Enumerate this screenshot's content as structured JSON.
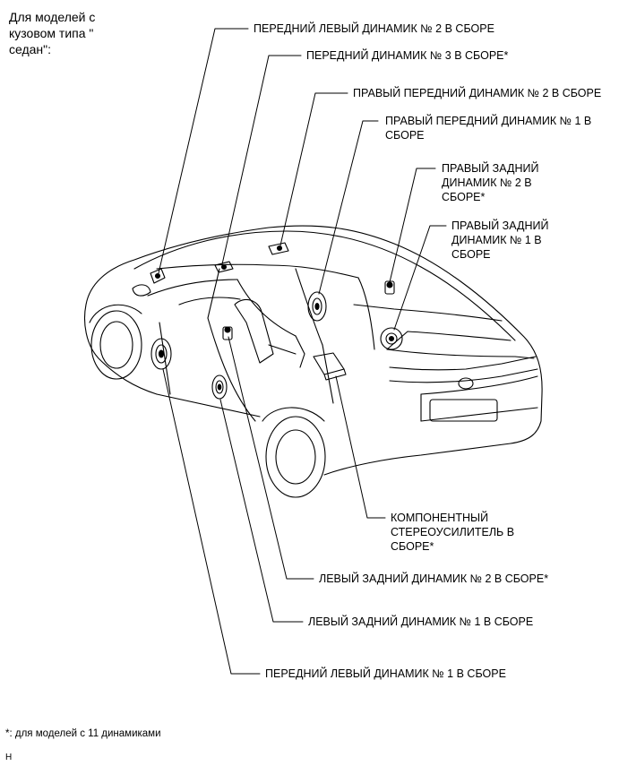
{
  "header": {
    "text": "Для моделей с кузовом типа \" седан\":"
  },
  "labels": {
    "front_left_2": "ПЕРЕДНИЙ ЛЕВЫЙ ДИНАМИК № 2 В СБОРЕ",
    "front_3": "ПЕРЕДНИЙ ДИНАМИК № 3 В СБОРЕ*",
    "right_front_2": "ПРАВЫЙ ПЕРЕДНИЙ ДИНАМИК № 2 В СБОРЕ",
    "right_front_1": "ПРАВЫЙ ПЕРЕДНИЙ ДИНАМИК № 1 В СБОРЕ",
    "right_rear_2": "ПРАВЫЙ ЗАДНИЙ ДИНАМИК № 2 В СБОРЕ*",
    "right_rear_1": "ПРАВЫЙ ЗАДНИЙ ДИНАМИК № 1 В СБОРЕ",
    "amplifier": "КОМПОНЕНТНЫЙ СТЕРЕОУСИЛИТЕЛЬ В СБОРЕ*",
    "left_rear_2": "ЛЕВЫЙ ЗАДНИЙ ДИНАМИК № 2 В СБОРЕ*",
    "left_rear_1": "ЛЕВЫЙ ЗАДНИЙ ДИНАМИК № 1 В СБОРЕ",
    "front_left_1": "ПЕРЕДНИЙ ЛЕВЫЙ ДИНАМИК № 1 В СБОРЕ"
  },
  "footnote": "*: для моделей с 11 динамиками",
  "code": "H"
}
